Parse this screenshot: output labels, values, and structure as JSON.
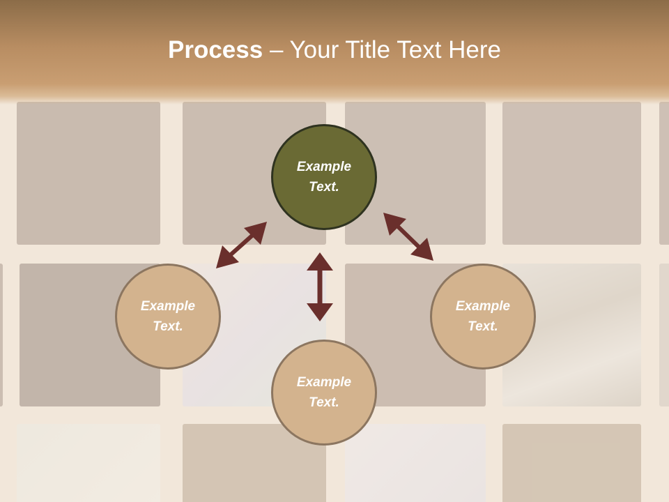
{
  "slide": {
    "title_bold": "Process",
    "title_rest": " – Your Title Text Here"
  },
  "diagram": {
    "center": {
      "label": "Example Text."
    },
    "nodes": [
      {
        "label": "Example Text."
      },
      {
        "label": "Example Text."
      },
      {
        "label": "Example Text."
      }
    ]
  },
  "colors": {
    "center_fill": "#6a6a34",
    "node_fill": "#d3b38e",
    "arrow": "#6a2f2c",
    "title_band": "#b88d62"
  }
}
